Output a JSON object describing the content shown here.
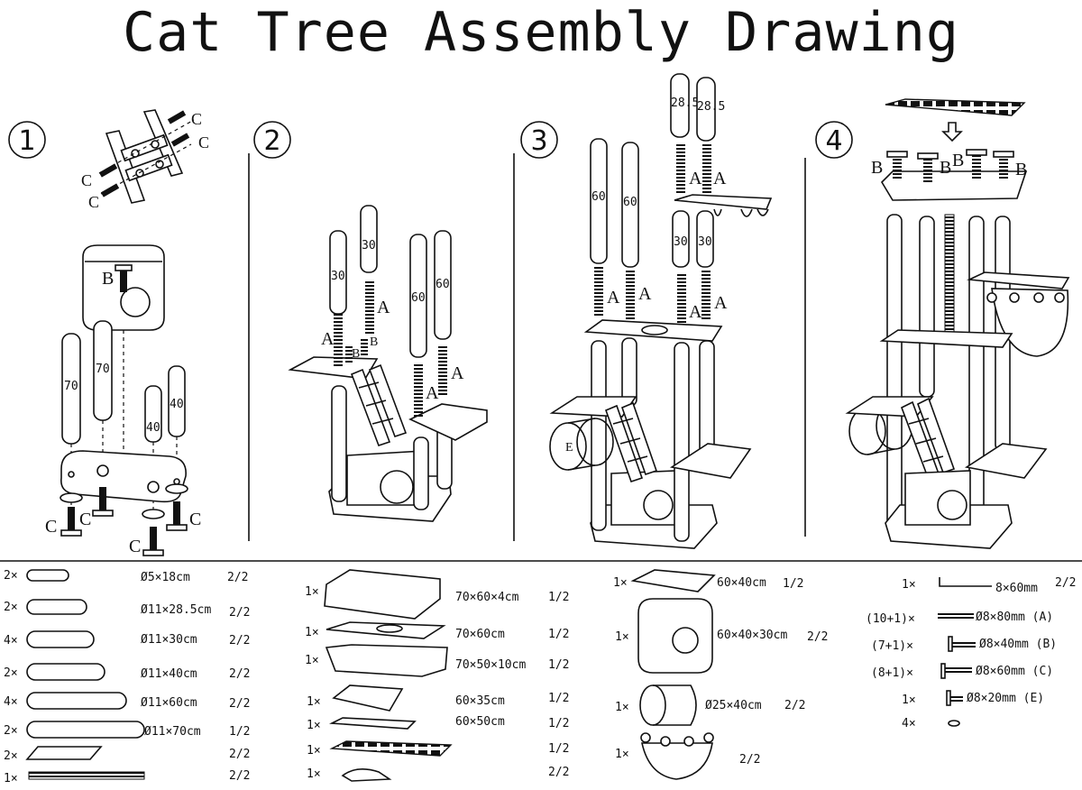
{
  "title": "Cat Tree Assembly Drawing",
  "steps": [
    "1",
    "2",
    "3",
    "4"
  ],
  "post_labels": {
    "s1_left": "70",
    "s1_mid": "70",
    "s1_r1": "40",
    "s1_r2": "40",
    "s2_a": "30",
    "s2_b": "30",
    "s2_c": "60",
    "s2_d": "60",
    "s3_a": "60",
    "s3_b": "60",
    "s3_c": "30",
    "s3_d": "30",
    "s3_e": "28.5",
    "s3_f": "28.5"
  },
  "screw_letters": {
    "a": "A",
    "b": "B",
    "c": "C",
    "e": "E"
  },
  "parts_col1": [
    {
      "qty": "2×",
      "dim": "Ø5×18cm",
      "ratio": "2/2"
    },
    {
      "qty": "2×",
      "dim": "Ø11×28.5cm",
      "ratio": "2/2"
    },
    {
      "qty": "4×",
      "dim": "Ø11×30cm",
      "ratio": "2/2"
    },
    {
      "qty": "2×",
      "dim": "Ø11×40cm",
      "ratio": "2/2"
    },
    {
      "qty": "4×",
      "dim": "Ø11×60cm",
      "ratio": "2/2"
    },
    {
      "qty": "2×",
      "dim": "Ø11×70cm",
      "ratio": "1/2"
    },
    {
      "qty": "2×",
      "dim": "",
      "ratio": "2/2"
    },
    {
      "qty": "1×",
      "dim": "",
      "ratio": "2/2"
    }
  ],
  "parts_col2": [
    {
      "qty": "1×",
      "dim": "70×60×4cm",
      "ratio": "1/2"
    },
    {
      "qty": "1×",
      "dim": "70×60cm",
      "ratio": "1/2"
    },
    {
      "qty": "1×",
      "dim": "70×50×10cm",
      "ratio": "1/2"
    },
    {
      "qty": "1×",
      "dim": "60×35cm",
      "ratio": "1/2"
    },
    {
      "qty": "1×",
      "dim": "60×50cm",
      "ratio": "1/2"
    },
    {
      "qty": "1×",
      "dim": "",
      "ratio": "1/2"
    },
    {
      "qty": "1×",
      "dim": "",
      "ratio": "2/2"
    }
  ],
  "parts_col3": [
    {
      "qty": "1×",
      "dim": "60×40cm",
      "ratio": "1/2"
    },
    {
      "qty": "1×",
      "dim": "60×40×30cm",
      "ratio": "2/2"
    },
    {
      "qty": "1×",
      "dim": "Ø25×40cm",
      "ratio": "2/2"
    },
    {
      "qty": "1×",
      "dim": "",
      "ratio": "2/2"
    }
  ],
  "parts_col4": [
    {
      "qty": "1×",
      "dim": "8×60mm",
      "ratio": "2/2"
    },
    {
      "qty": "(10+1)×",
      "dim": "Ø8×80mm (A)",
      "ratio": ""
    },
    {
      "qty": "(7+1)×",
      "dim": "Ø8×40mm (B)",
      "ratio": ""
    },
    {
      "qty": "(8+1)×",
      "dim": "Ø8×60mm (C)",
      "ratio": ""
    },
    {
      "qty": "1×",
      "dim": "Ø8×20mm (E)",
      "ratio": ""
    },
    {
      "qty": "4×",
      "dim": "",
      "ratio": ""
    }
  ]
}
